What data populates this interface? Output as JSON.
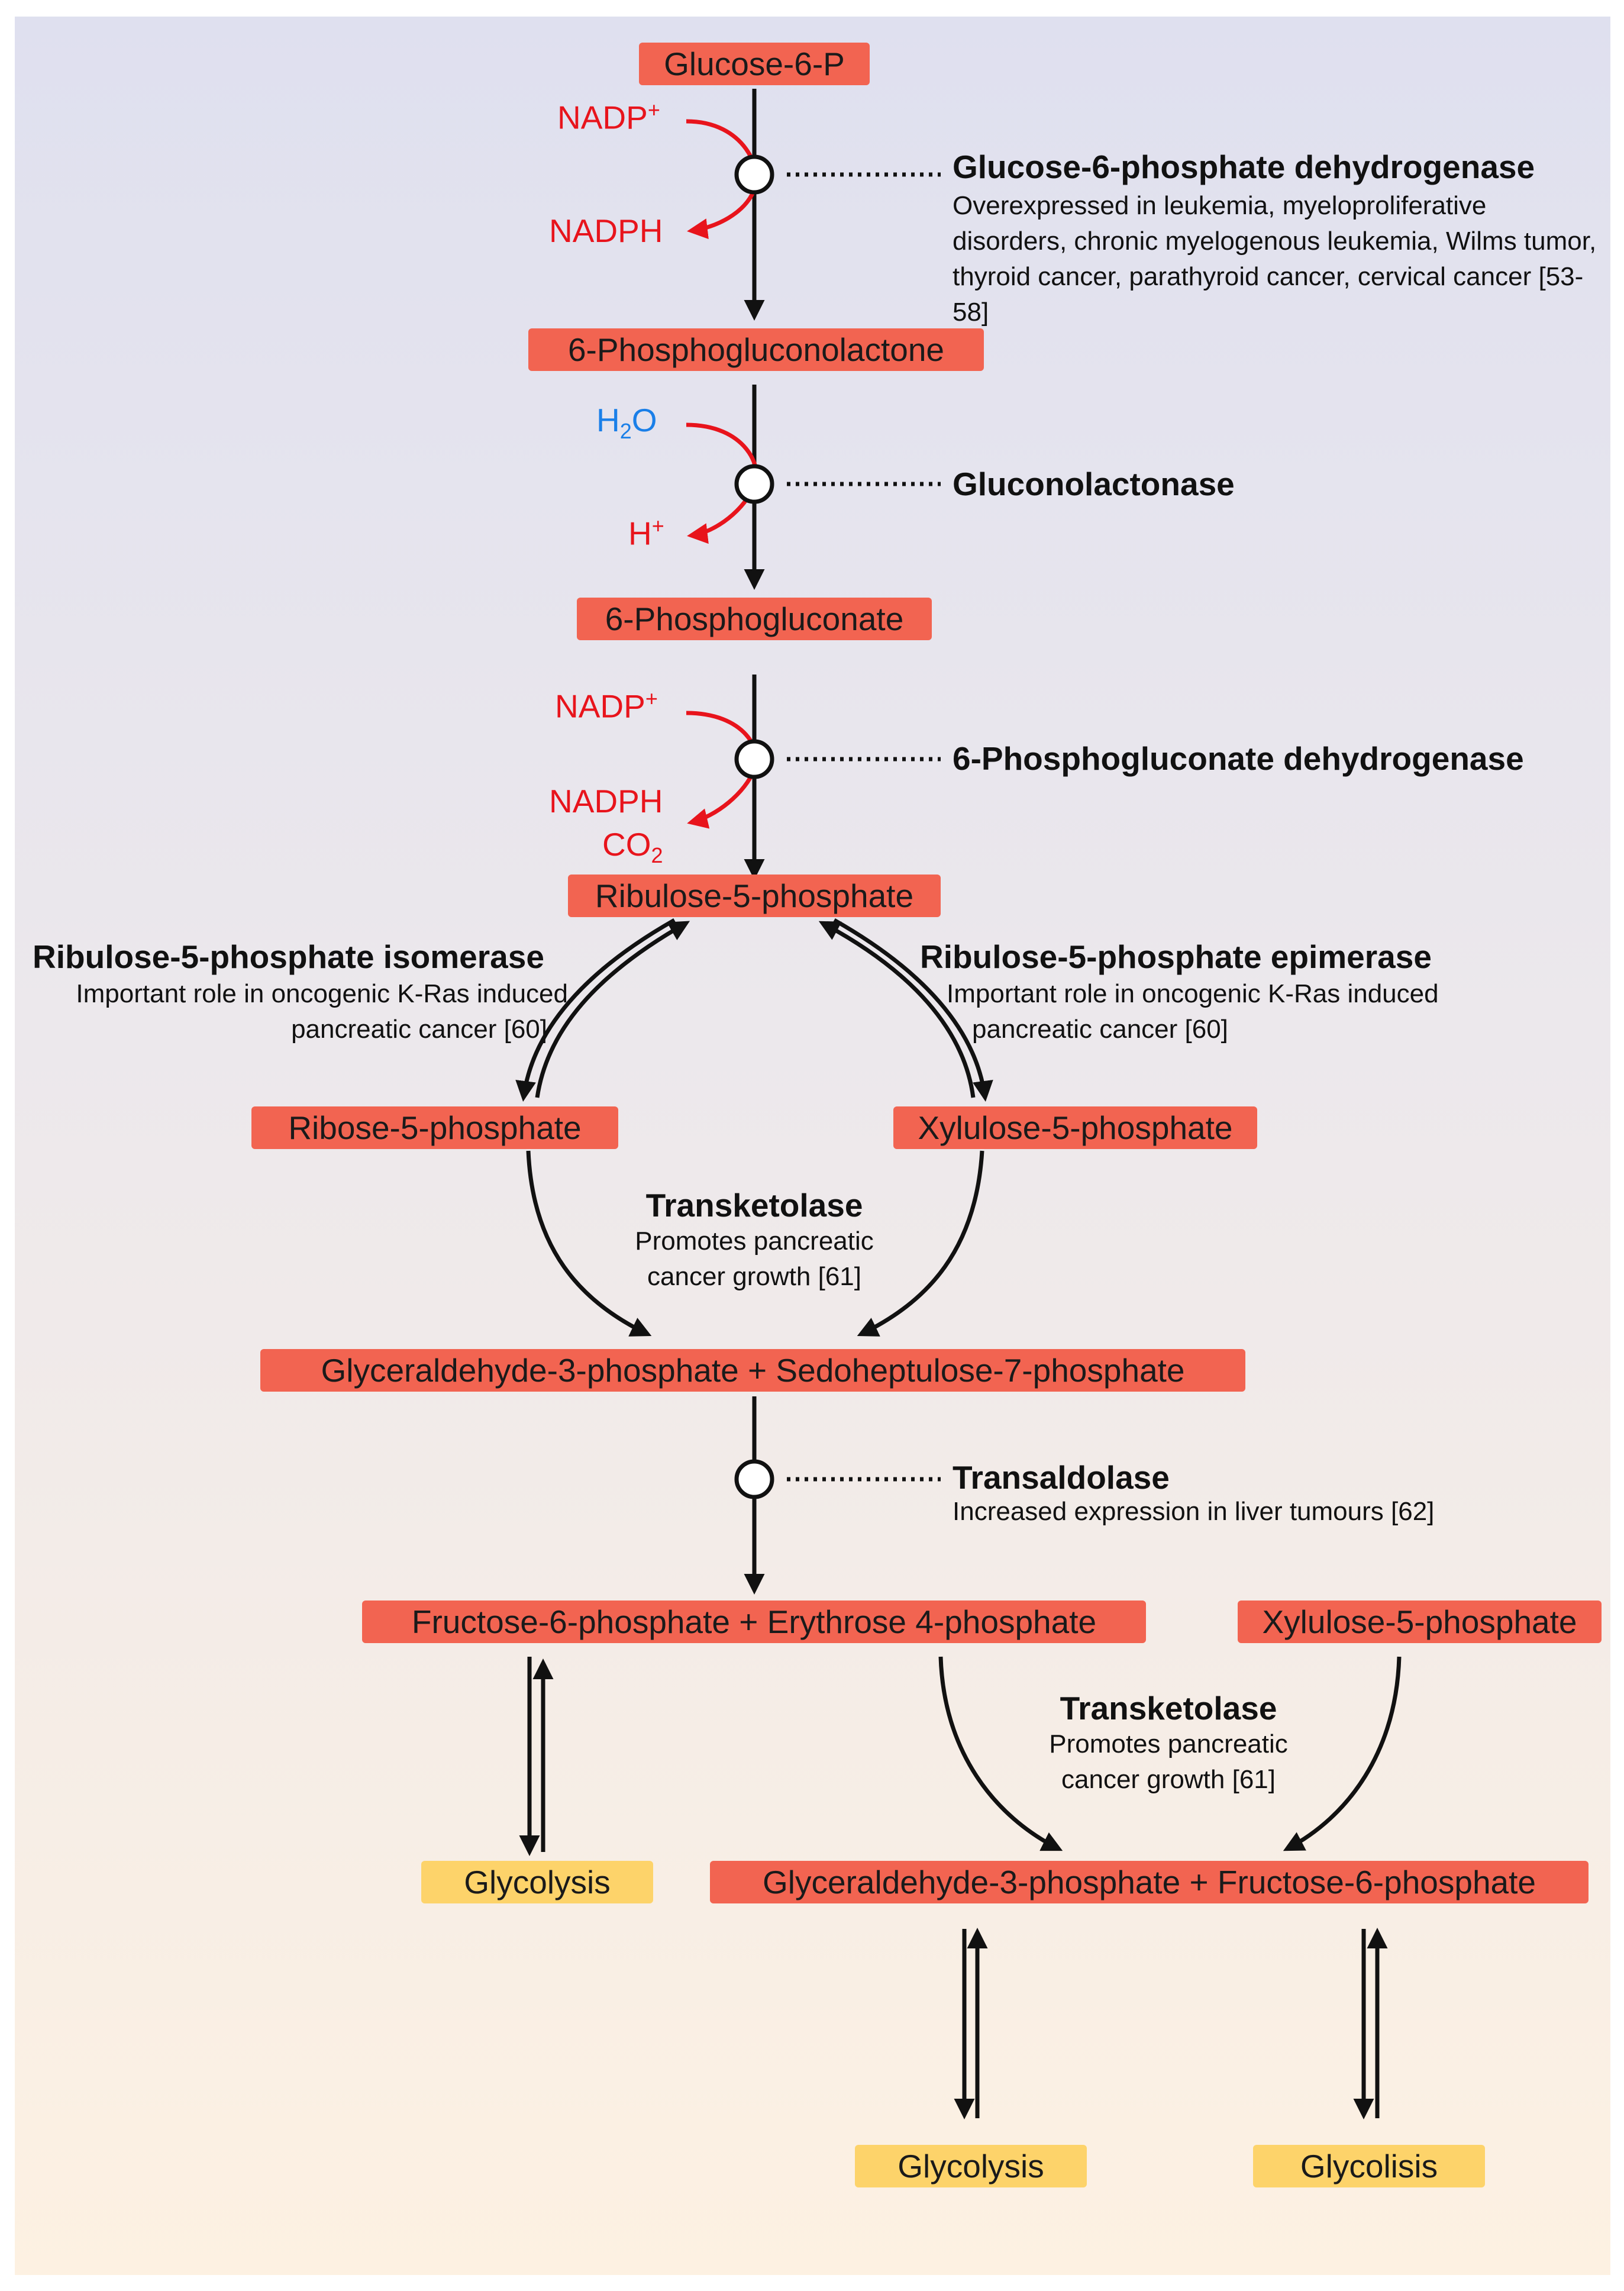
{
  "metabolites": {
    "glucose6p": "Glucose-6-P",
    "phosphogluconolactone": "6-Phosphogluconolactone",
    "phosphogluconate": "6-Phosphogluconate",
    "ribulose5p": "Ribulose-5-phosphate",
    "ribose5p": "Ribose-5-phosphate",
    "xylulose5p_a": "Xylulose-5-phosphate",
    "g3p_s7p": "Glyceraldehyde-3-phosphate + Sedoheptulose-7-phosphate",
    "f6p_e4p": "Fructose-6-phosphate + Erythrose 4-phosphate",
    "xylulose5p_b": "Xylulose-5-phosphate",
    "g3p_f6p": "Glyceraldehyde-3-phosphate + Fructose-6-phosphate"
  },
  "outputs": {
    "glycolysis_1": "Glycolysis",
    "glycolysis_2": "Glycolysis",
    "glycolysis_3": "Glycolisis"
  },
  "enzymes": {
    "g6pd": {
      "name": "Glucose-6-phosphate dehydrogenase",
      "note": "Overexpressed in leukemia, myeloproliferative disorders, chronic myelogenous leukemia, Wilms tumor, thyroid cancer, parathyroid cancer, cervical cancer [53-58]"
    },
    "glnase": {
      "name": "Gluconolactonase"
    },
    "pgd": {
      "name": "6-Phosphogluconate dehydrogenase"
    },
    "rpi": {
      "name": "Ribulose-5-phosphate isomerase",
      "note_1": "Important role in oncogenic K-Ras induced",
      "note_2": "pancreatic cancer [60]"
    },
    "rpe": {
      "name": "Ribulose-5-phosphate epimerase",
      "note_1": "Important role in oncogenic K-Ras induced",
      "note_2": "pancreatic cancer [60]"
    },
    "tkt1": {
      "name": "Transketolase",
      "note_1": "Promotes pancreatic",
      "note_2": "cancer growth [61]"
    },
    "tal": {
      "name": "Transaldolase",
      "note": "Increased expression in liver tumours [62]"
    },
    "tkt2": {
      "name": "Transketolase",
      "note_1": "Promotes pancreatic",
      "note_2": "cancer growth [61]"
    }
  },
  "cofactors": {
    "nadp_1": {
      "base": "NADP",
      "sup": "+"
    },
    "nadph_1": "NADPH",
    "h2o": {
      "pre": "H",
      "sub": "2",
      "post": "O"
    },
    "hplus": {
      "base": "H",
      "sup": "+"
    },
    "nadp_2": {
      "base": "NADP",
      "sup": "+"
    },
    "nadph_2": "NADPH",
    "co2": {
      "pre": "CO",
      "sub": "2"
    }
  },
  "colors": {
    "metabolite_box": "#f26451",
    "pathway_box": "#fdd36a",
    "cofactor_red": "#e8141c",
    "cofactor_blue": "#1a7fe8"
  }
}
